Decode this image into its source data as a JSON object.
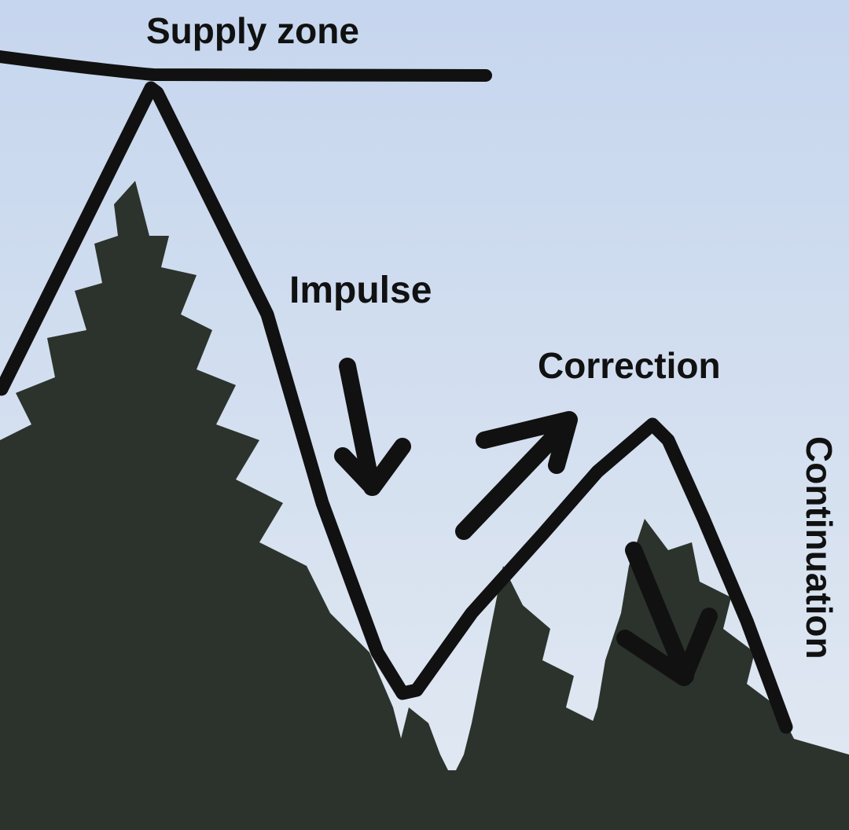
{
  "labels": {
    "supply_zone": "Supply zone",
    "impulse": "Impulse",
    "correction": "Correction",
    "continuation": "Continuation"
  },
  "colors": {
    "sky_top": "#c9d8ee",
    "sky_bottom": "#dde7f2",
    "trees": "#2b332c",
    "ink": "#111111"
  },
  "illustration": {
    "background": "sky-photo-with-conifer-trees",
    "drawing": "hand-drawn-price-path"
  }
}
